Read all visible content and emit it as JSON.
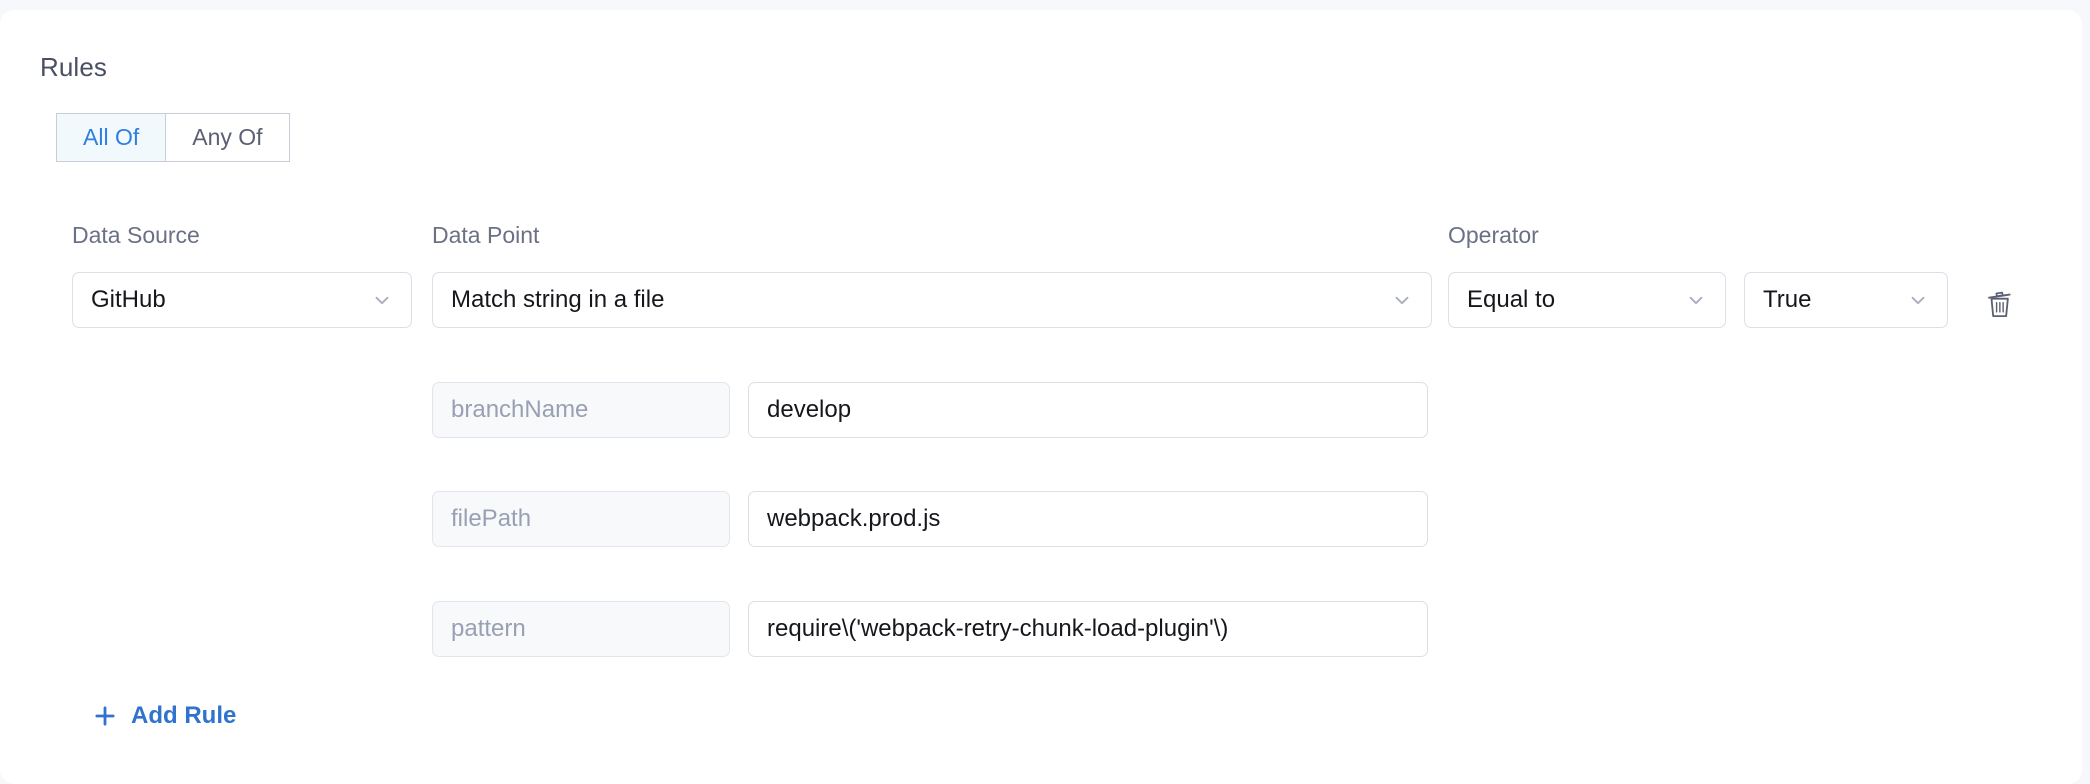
{
  "section": {
    "title": "Rules"
  },
  "match_toggle": {
    "options": [
      {
        "label": "All Of",
        "active": true
      },
      {
        "label": "Any Of",
        "active": false
      }
    ]
  },
  "columns": {
    "data_source_label": "Data Source",
    "data_point_label": "Data Point",
    "operator_label": "Operator"
  },
  "rule": {
    "data_source": "GitHub",
    "data_point": "Match string in a file",
    "operator": "Equal to",
    "expected_value": "True",
    "parameters": [
      {
        "key": "branchName",
        "value": "develop"
      },
      {
        "key": "filePath",
        "value": "webpack.prod.js"
      },
      {
        "key": "pattern",
        "value": "require\\('webpack-retry-chunk-load-plugin'\\)"
      }
    ]
  },
  "actions": {
    "add_rule_label": "Add Rule",
    "delete_icon": "trash-icon",
    "add_icon": "plus-icon",
    "chevron_icon": "chevron-down-icon"
  },
  "colors": {
    "accent": "#2f73cf",
    "active_toggle_text": "#2f7fe0",
    "active_toggle_bg": "#f2f9fd",
    "label_text": "#6b7185",
    "heading_text": "#4a4f63",
    "border": "#dcdfe8",
    "key_field_bg": "#f8f9fb",
    "placeholder_text": "#99a0b3",
    "page_bg": "#f7f8fb",
    "card_bg": "#ffffff"
  }
}
